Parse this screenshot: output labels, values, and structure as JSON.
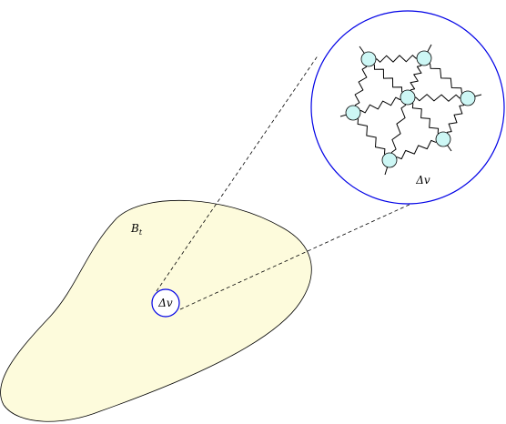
{
  "diagram": {
    "body_label": "B",
    "body_label_sub": "t",
    "volume_label": "Δv",
    "zoom_label": "Δv"
  },
  "colors": {
    "body_fill": "#fdfbdc",
    "body_stroke": "#000000",
    "circle_stroke": "#0000e6",
    "node_fill": "#cdf7f5",
    "node_stroke": "#000000",
    "line": "#000000"
  },
  "network": {
    "node_count": 7,
    "spring_count": 12
  }
}
